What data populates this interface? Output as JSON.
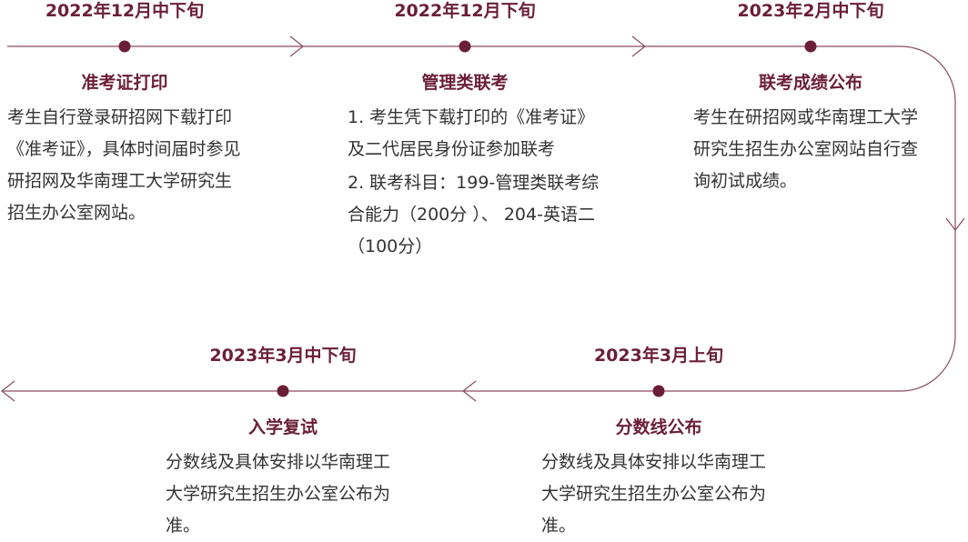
{
  "colors": {
    "accent": "#6b1f36",
    "line": "#8a4b5e",
    "text": "#333333"
  },
  "steps": [
    {
      "date": "2022年12月中下旬",
      "title": "准考证打印",
      "desc": [
        "考生自行登录研招网下载打印《准考证》，具体时间届时参见研招网及华南理工大学研究生招生办公室网站。"
      ]
    },
    {
      "date": "2022年12月下旬",
      "title": "管理类联考",
      "desc": [
        "1. 考生凭下载打印的《准考证》及二代居民身份证参加联考",
        "2. 联考科目：199-管理类联考综合能力（200分 ）、 204-英语二（100分）"
      ]
    },
    {
      "date": "2023年2月中下旬",
      "title": "联考成绩公布",
      "desc": [
        "考生在研招网或华南理工大学研究生招生办公室网站自行查询初试成绩。"
      ]
    },
    {
      "date": "2023年3月上旬",
      "title": "分数线公布",
      "desc": [
        "分数线及具体安排以华南理工大学研究生招生办公室公布为准。"
      ]
    },
    {
      "date": "2023年3月中下旬",
      "title": "入学复试",
      "desc": [
        "分数线及具体安排以华南理工大学研究生招生办公室公布为准。"
      ]
    }
  ]
}
